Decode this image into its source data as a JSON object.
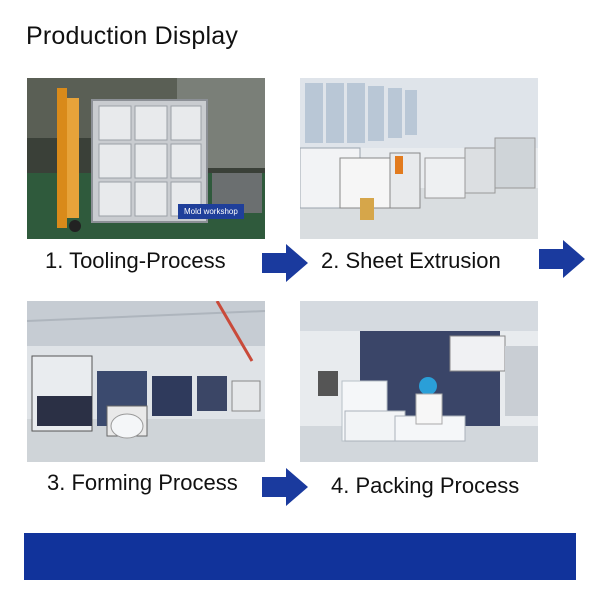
{
  "title": "Production Display",
  "accent_color": "#1a3a9e",
  "steps": [
    {
      "label": "1. Tooling-Process",
      "photo_badge": "Mold workshop"
    },
    {
      "label": "2. Sheet Extrusion"
    },
    {
      "label": "3. Forming Process"
    },
    {
      "label": "4. Packing Process"
    }
  ],
  "arrows": [
    "arrow-right-icon",
    "arrow-right-icon",
    "arrow-right-icon"
  ]
}
